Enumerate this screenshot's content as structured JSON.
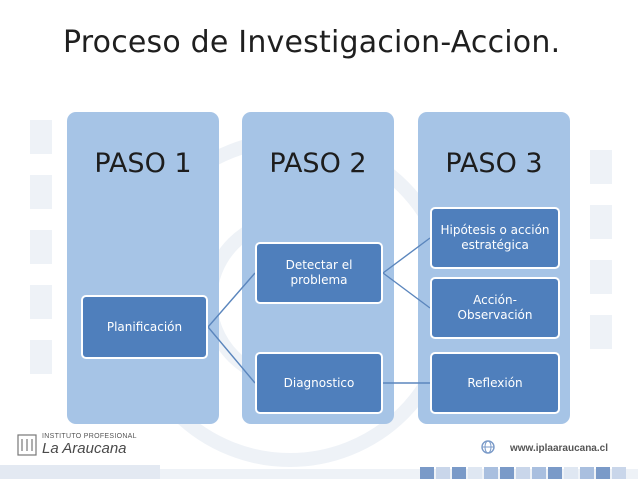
{
  "title": "Proceso de Investigacion-Accion.",
  "columns": [
    {
      "header": "PASO 1"
    },
    {
      "header": "PASO 2"
    },
    {
      "header": "PASO 3"
    }
  ],
  "boxes": {
    "planificacion": "Planificación",
    "detectar": "Detectar el problema",
    "diagnostico": "Diagnostico",
    "hipotesis": "Hipótesis o acción estratégica",
    "accion": "Acción-Observación",
    "reflexion": "Reflexión"
  },
  "footer": {
    "institute_small": "INSTITUTO PROFESIONAL",
    "institute_name": "La Araucana",
    "url": "www.iplaaraucana.cl"
  },
  "colors": {
    "column_bg": "#a6c4e6",
    "box_bg": "#4f7fbc",
    "connector": "#5b86bd"
  }
}
